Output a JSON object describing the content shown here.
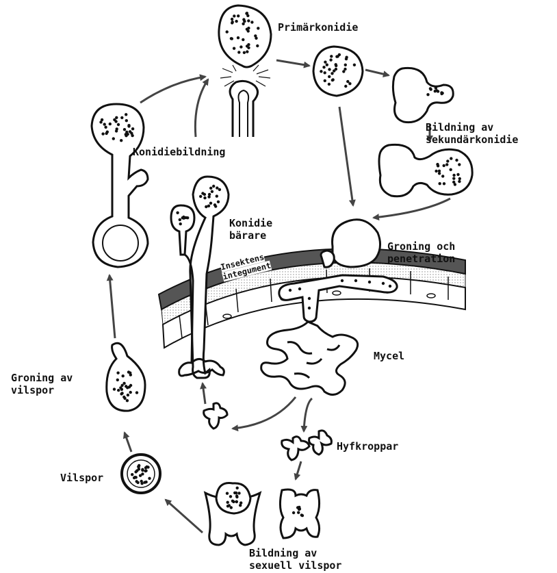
{
  "labels": {
    "primarkonidie": "Primärkonidie",
    "bildning_sekundar_1": "Bildning av",
    "bildning_sekundar_2": "sekundärkonidie",
    "konidiebildning": "Konidiebildning",
    "konidiebarare_1": "Konidie",
    "konidiebarare_2": "bärare",
    "integument_1": "Insektens",
    "integument_2": "integument",
    "groning_pen_1": "Groning och",
    "groning_pen_2": "penetration",
    "mycel": "Mycel",
    "hyfkroppar": "Hyfkroppar",
    "bildning_sexuell_1": "Bildning av",
    "bildning_sexuell_2": "sexuell vilspor",
    "vilspor": "Vilspor",
    "groning_vilspor_1": "Groning av",
    "groning_vilspor_2": "vilspor"
  },
  "colors": {
    "line": "#111111",
    "arrow": "#444444",
    "dark_band": "#555555",
    "light_band": "#cfcfcf"
  }
}
